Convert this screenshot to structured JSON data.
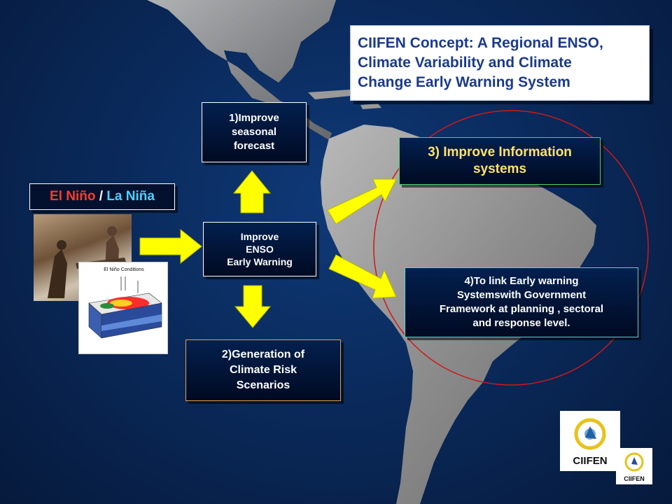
{
  "title": "CIIFEN Concept: A Regional ENSO,\nClimate Variability and Climate\nChange Early Warning System",
  "enso_label": {
    "el_nino": "El Niño",
    "separator": " / ",
    "la_nina": "La Niña"
  },
  "boxes": {
    "improve_seasonal": "1)Improve\nseasonal\nforecast",
    "improve_enso": "Improve\nENSO\nEarly Warning",
    "risk_scenarios": "2)Generation of\nClimate Risk\nScenarios",
    "info_systems": "3) Improve Information\nsystems",
    "early_warning_link": "4)To link Early warning\nSystemswith Government\nFramework at planning , sectoral\nand response level."
  },
  "diagram_inset": {
    "title": "El Niño Conditions"
  },
  "logo": {
    "text": "CIIFEN"
  },
  "colors": {
    "arrow_fill": "#ffff00",
    "el_nino": "#ff3b2a",
    "la_nina": "#4fd0ff",
    "circle": "#d01818"
  }
}
